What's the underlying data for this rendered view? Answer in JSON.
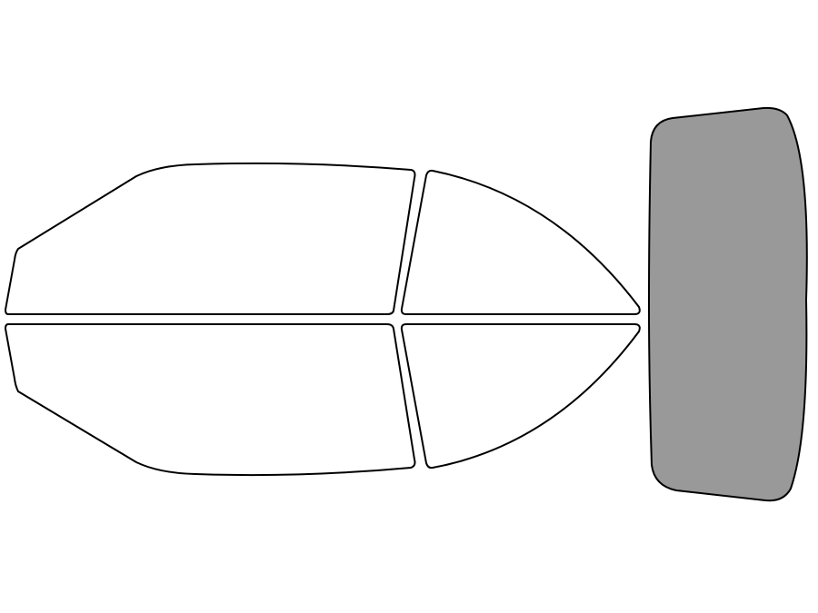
{
  "colors": {
    "background": "#ffffff",
    "outline": "#000000",
    "unselected_fill": "#ffffff",
    "selected_fill": "#999999"
  },
  "panes": [
    {
      "name": "front-side-window-driver",
      "selected": false
    },
    {
      "name": "rear-side-window-driver",
      "selected": false
    },
    {
      "name": "front-side-window-passenger",
      "selected": false
    },
    {
      "name": "rear-side-window-passenger",
      "selected": false
    },
    {
      "name": "rear-windshield",
      "selected": true
    }
  ]
}
